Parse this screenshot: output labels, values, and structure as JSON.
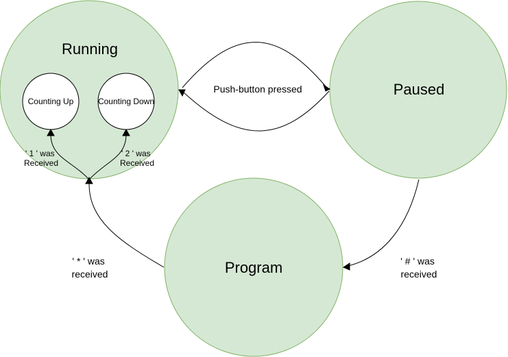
{
  "states": {
    "running": "Running",
    "paused": "Paused",
    "program": "Program",
    "counting_up": "Counting Up",
    "counting_down": "Counting Down"
  },
  "edges": {
    "push_button": "Push-button pressed",
    "received_1": [
      "' 1 ' was",
      "Received"
    ],
    "received_2": [
      "' 2 ' was",
      "Received"
    ],
    "received_star": [
      "' * ' was",
      "received"
    ],
    "received_hash": [
      "' # ' was",
      "received"
    ]
  },
  "colors": {
    "state_fill": "#d5e8d4",
    "state_stroke": "#82b366",
    "edge": "#000000"
  }
}
